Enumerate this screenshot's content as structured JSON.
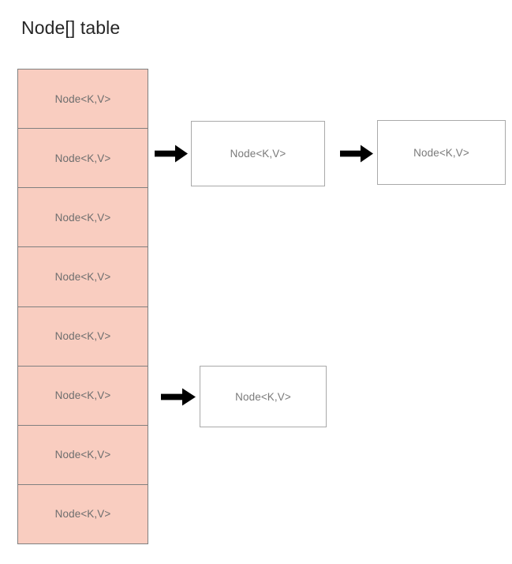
{
  "diagram": {
    "title": "Node[] table",
    "colors": {
      "bucket_fill": "#f9cdc0",
      "bucket_border": "#808080",
      "node_fill": "#ffffff",
      "node_border": "#a9a9a9",
      "label_text": "#6e6e6e",
      "title_text": "#262626",
      "arrow": "#000000",
      "background": "#ffffff"
    },
    "bucket_table": {
      "name": "Node[] table",
      "cell_count": 8,
      "cells": [
        {
          "label": "Node<K,V>"
        },
        {
          "label": "Node<K,V>"
        },
        {
          "label": "Node<K,V>"
        },
        {
          "label": "Node<K,V>"
        },
        {
          "label": "Node<K,V>"
        },
        {
          "label": "Node<K,V>"
        },
        {
          "label": "Node<K,V>"
        },
        {
          "label": "Node<K,V>"
        }
      ]
    },
    "chains": [
      {
        "from_bucket_index": 1,
        "nodes": [
          {
            "label": "Node<K,V>"
          },
          {
            "label": "Node<K,V>"
          }
        ]
      },
      {
        "from_bucket_index": 5,
        "nodes": [
          {
            "label": "Node<K,V>"
          }
        ]
      }
    ],
    "arrows": [
      {
        "id": "arrow-0",
        "direction": "right",
        "from": "bucket-cell-1",
        "to": "node-box-0"
      },
      {
        "id": "arrow-1",
        "direction": "right",
        "from": "node-box-0",
        "to": "node-box-1"
      },
      {
        "id": "arrow-2",
        "direction": "right",
        "from": "bucket-cell-5",
        "to": "node-box-2"
      }
    ],
    "node_boxes": [
      {
        "label": "Node<K,V>"
      },
      {
        "label": "Node<K,V>"
      },
      {
        "label": "Node<K,V>"
      }
    ]
  }
}
